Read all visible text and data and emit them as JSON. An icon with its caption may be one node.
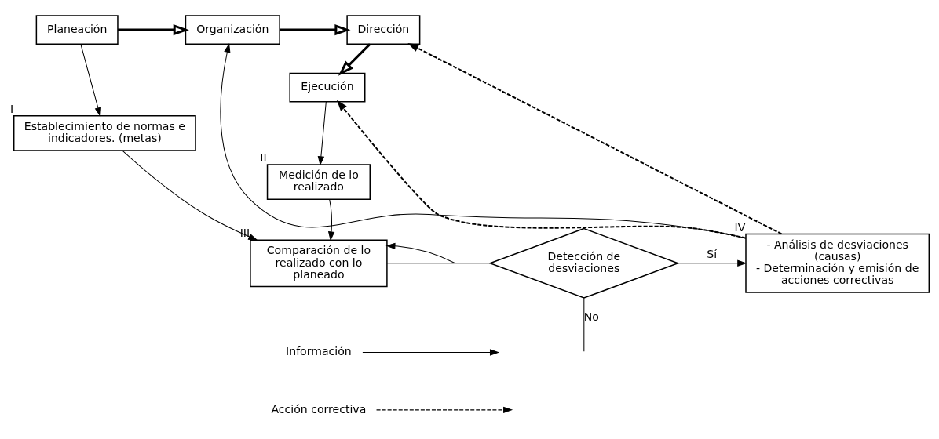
{
  "diagram": {
    "nodes": [
      {
        "text": [
          "Planeación"
        ]
      },
      {
        "text": [
          "Organización"
        ]
      },
      {
        "text": [
          "Dirección"
        ]
      },
      {
        "text": [
          "Ejecución"
        ]
      },
      {
        "text": [
          "Establecimiento de normas e indicadores. (metas)"
        ],
        "beside": [
          "I"
        ]
      },
      {
        "text": [
          "Medición de lo realizado"
        ],
        "beside": [
          "II"
        ]
      },
      {
        "text": [
          "- Análisis de desviaciones (causas)",
          "- Determinación y emisión de acciones correctivas"
        ],
        "beside": [
          "IV"
        ]
      },
      {
        "text": [
          "Detección de desviaciones"
        ]
      },
      {
        "text": [
          "Comparación de lo realizado con lo planeado"
        ],
        "beside": [
          "III"
        ]
      }
    ],
    "edges": [
      {
        "from": 0,
        "to": 1,
        "arrow": "to",
        "style": "thick"
      },
      {
        "from": 1,
        "to": 2,
        "arrow": "to",
        "style": "thick"
      },
      {
        "from": 2,
        "to": 3,
        "arrow": "to",
        "style": "thick"
      },
      {
        "from": 0,
        "to": 4,
        "arrow": "to"
      },
      {
        "from": 3,
        "to": 5,
        "arrow": "to"
      },
      {
        "from": 5,
        "to": 8,
        "arrow": "to"
      },
      {
        "from": 4,
        "to": 8,
        "arrow": "to"
      },
      {
        "from": 8,
        "to": 7,
        "arrow": "none"
      },
      {
        "from": 7,
        "to": 6,
        "arrow": "to",
        "label": "Sí"
      },
      {
        "from": 6,
        "to": 1,
        "arrow": "to"
      },
      {
        "from": 6,
        "to": 2,
        "arrow": "to",
        "style": "dashed"
      },
      {
        "from": 6,
        "to": 3,
        "arrow": "to",
        "style": "dashed"
      },
      {
        "from": null,
        "to": 8,
        "arrow": "to"
      },
      {
        "from": 7,
        "to": null,
        "arrow": "none",
        "label": "No"
      }
    ],
    "legend": [
      {
        "text": "Información"
      },
      {
        "text": "Acción correctiva"
      }
    ]
  }
}
